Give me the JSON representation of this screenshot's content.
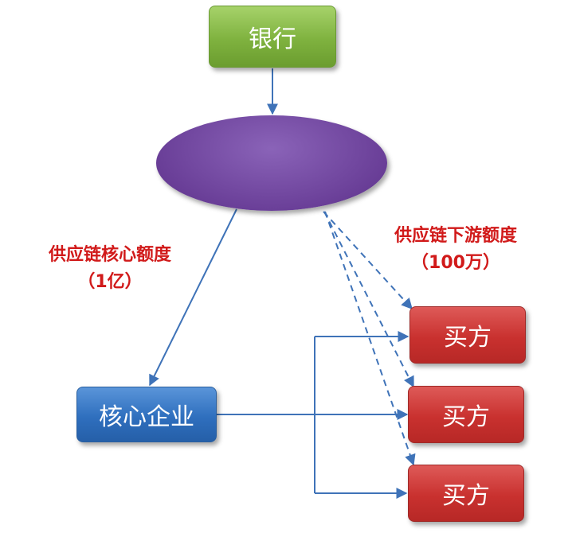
{
  "nodes": {
    "bank": "银行",
    "core_enterprise": "核心企业",
    "buyers": [
      "买方",
      "买方",
      "买方"
    ]
  },
  "labels": {
    "core_limit_title": "供应链核心额度",
    "core_limit_amount": "（1亿）",
    "downstream_limit_title": "供应链下游额度",
    "downstream_limit_amount": "（100万）"
  },
  "colors": {
    "bank": "#8ec252",
    "hub": "#6f45a0",
    "core_enterprise": "#3478c6",
    "buyer": "#cf3a38",
    "connector": "#3f73b8",
    "label_text": "#d11a1a"
  }
}
